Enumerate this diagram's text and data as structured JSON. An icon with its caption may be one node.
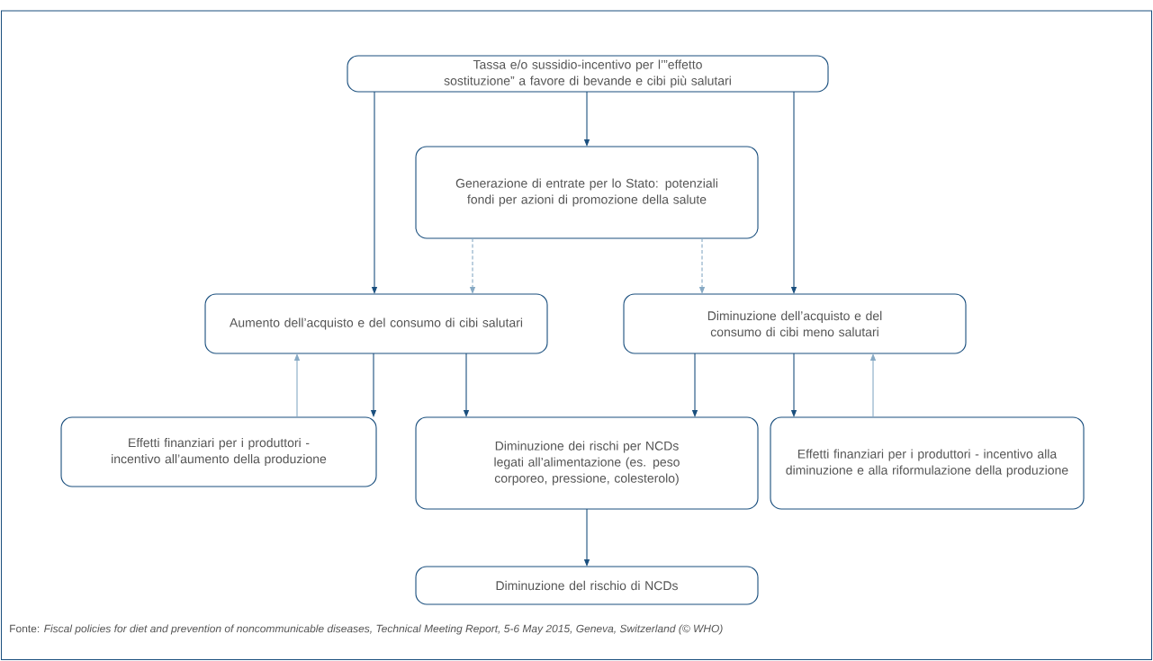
{
  "diagram": {
    "caption": "Fonte: *Fiscal policies for diet and prevention of noncommunicable diseases, Technical Meeting Report, 5-6 May 2015, Geneva, Switzerland (© WHO)*",
    "nodes": [
      {
        "text": [
          "Tassa e/o sussidio-incentivo per l’”effetto sostituzione” a favore di bevande e cibi più salutari"
        ]
      },
      {
        "text": [
          "Generazione di entrate per lo Stato: potenziali fondi per azioni di promozione della salute"
        ]
      },
      {
        "text": [
          "Aumento dell’acquisto e del consumo di cibi salutari"
        ]
      },
      {
        "text": [
          "Diminuzione dell’acquisto e del consumo di cibi meno salutari"
        ]
      },
      {
        "text": [
          "Effetti finanziari per i produttori - incentivo all’aumento della produzione"
        ]
      },
      {
        "text": [
          "Diminuzione dei rischi per NCDs legati all’alimentazione (es. peso corporeo, pressione, colesterolo)"
        ]
      },
      {
        "text": [
          "Effetti finanziari per i produttori - incentivo alla diminuzione e alla riformulazione della produzione"
        ]
      },
      {
        "text": [
          "Diminuzione del rischio di NCDs"
        ]
      }
    ],
    "edges": [
      {
        "from": 0,
        "to": 2,
        "arrow": "to"
      },
      {
        "from": 0,
        "to": 1,
        "arrow": "to"
      },
      {
        "from": 0,
        "to": 3,
        "arrow": "to"
      },
      {
        "from": 1,
        "to": 2,
        "arrow": "to",
        "style": "dashed",
        "color": "#86a9c4"
      },
      {
        "from": 1,
        "to": 3,
        "arrow": "to",
        "style": "dashed",
        "color": "#86a9c4"
      },
      {
        "from": 4,
        "to": 2,
        "arrow": "to",
        "color": "#86a9c4"
      },
      {
        "from": 2,
        "to": 4,
        "arrow": "to"
      },
      {
        "from": 2,
        "to": 5,
        "arrow": "to"
      },
      {
        "from": 3,
        "to": 5,
        "arrow": "to"
      },
      {
        "from": 3,
        "to": 6,
        "arrow": "to"
      },
      {
        "from": 6,
        "to": 3,
        "arrow": "to",
        "color": "#86a9c4"
      },
      {
        "from": 5,
        "to": 7,
        "arrow": "to"
      }
    ]
  }
}
